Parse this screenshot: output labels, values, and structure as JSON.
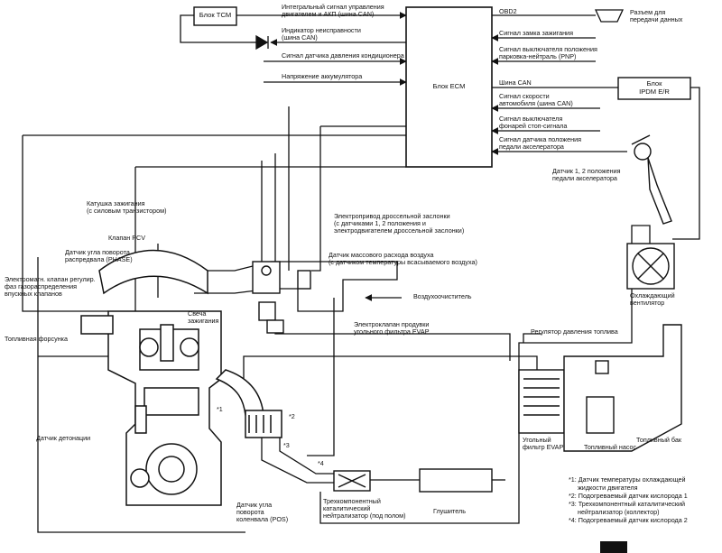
{
  "blocks": {
    "tcm": "Блок TCM",
    "ecm": "Блок ECM",
    "ipdm_l1": "Блок",
    "ipdm_l2": "IPDM E/R"
  },
  "signals_left": {
    "s1_l1": "Интегральный сигнал управления",
    "s1_l2": "двигателем и АКП (шина CAN)",
    "s2_l1": "Индикатор неисправности",
    "s2_l2": "(шина CAN)",
    "s3": "Сигнал датчика давления кондиционера",
    "s4": "Напряжение аккумулятора"
  },
  "signals_right": {
    "obd": "OBD2",
    "connector_l1": "Разъем для",
    "connector_l2": "передачи данных",
    "ign": "Сигнал замка зажигания",
    "pnp_l1": "Сигнал выключателя положения",
    "pnp_l2": "парковка-нейтраль (PNP)",
    "can": "Шина CAN",
    "speed_l1": "Сигнал скорости",
    "speed_l2": "автомобиля (шина CAN)",
    "stop_l1": "Сигнал выключателя",
    "stop_l2": "фонарей стоп-сигнала",
    "pedal_sig_l1": "Сигнал датчика положения",
    "pedal_sig_l2": "педали акселератора"
  },
  "components": {
    "pedal_l1": "Датчик 1, 2 положения",
    "pedal_l2": "педали акселератора",
    "coil_l1": "Катушка зажигания",
    "coil_l2": "(с силовым транзистором)",
    "pcv": "Клапан PCV",
    "phase_l1": "Датчик угла поворота",
    "phase_l2": "распредвала (PHASE)",
    "vvt_l1": "Электромагн. клапан регулир.",
    "vvt_l2": "фаз газораспределения",
    "vvt_l3": "впускных клапанов",
    "injector": "Топливная форсунка",
    "spark_l1": "Свеча",
    "spark_l2": "зажигания",
    "knock": "Датчик детонации",
    "pos_l1": "Датчик угла",
    "pos_l2": "поворота",
    "pos_l3": "коленвала (POS)",
    "throttle_l1": "Электропривод дроссельной заслонки",
    "throttle_l2": "(с датчиками 1, 2 положения и",
    "throttle_l3": "электродвигателем дроссельной заслонки)",
    "maf_l1": "Датчик массового расхода воздуха",
    "maf_l2": "(с датчиком температуры всасываемого воздуха)",
    "air_cleaner": "Воздухоочиститель",
    "evap_valve_l1": "Электроклапан продувки",
    "evap_valve_l2": "угольного фильтра EVAP",
    "fan_l1": "Охлаждающий",
    "fan_l2": "вентилятор",
    "fuel_reg": "Регулятор давления топлива",
    "evap_can_l1": "Угольный",
    "evap_can_l2": "фильтр EVAP",
    "fuel_pump": "Топливный насос",
    "fuel_tank": "Топливный бак",
    "catalyst_l1": "Трехкомпонентный",
    "catalyst_l2": "каталитический",
    "catalyst_l3": "нейтрализатор (под полом)",
    "muffler": "Глушитель"
  },
  "markers": {
    "m1": "*1",
    "m2": "*2",
    "m3": "*3",
    "m4": "*4"
  },
  "notes": {
    "n1_l1": "*1: Датчик температуры охлаждающей",
    "n1_l2": "жидкости двигателя",
    "n2": "*2: Подогреваемый датчик кислорода 1",
    "n3_l1": "*3: Трехкомпонентный каталитический",
    "n3_l2": "нейтрализатор (коллектор)",
    "n4": "*4: Подогреваемый датчик кислорода 2"
  },
  "icons": [
    "data-connector-icon",
    "mil-diode-icon",
    "arrow-icon",
    "fan-icon",
    "pedal-icon",
    "engine-icon",
    "catalyst-icon",
    "muffler-icon",
    "fuel-tank-icon",
    "evap-canister-icon"
  ]
}
